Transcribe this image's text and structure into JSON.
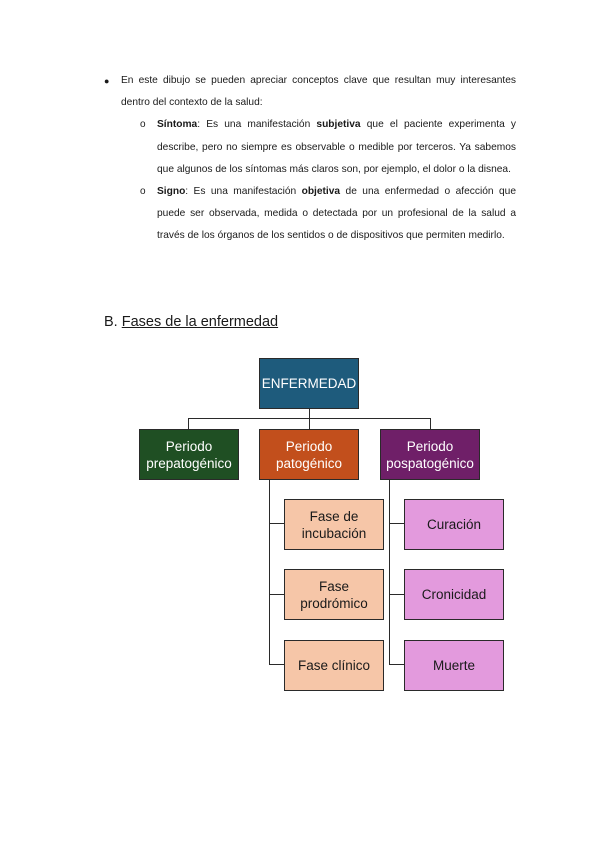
{
  "intro": {
    "bullet_text": "En este dibujo se pueden apreciar conceptos clave que resultan muy interesantes dentro del contexto de la salud:"
  },
  "items": [
    {
      "term": "Síntoma",
      "pre": ": Es una manifestación ",
      "emph": "subjetiva",
      "post": " que el paciente experimenta y describe, pero no siempre es observable o medible por terceros. Ya sabemos que algunos de los síntomas más claros son, por ejemplo, el dolor o la disnea."
    },
    {
      "term": "Signo",
      "pre": ": Es una manifestación ",
      "emph": "objetiva",
      "post": " de una enfermedad o afección que puede ser observada, medida o detectada por un profesional de la salud a través de los órganos de los sentidos o de dispositivos que permiten medirlo."
    }
  ],
  "section": {
    "letter": "B.",
    "title": "Fases de la enfermedad"
  },
  "diagram": {
    "root": "ENFERMEDAD",
    "periods": [
      "Periodo\nprepatogénico",
      "Periodo\npatogénico",
      "Periodo\npospatogénico"
    ],
    "patogenico_phases": [
      "Fase de\nincubación",
      "Fase\nprodrómico",
      "Fase clínico"
    ],
    "pospatogenico_outcomes": [
      "Curación",
      "Cronicidad",
      "Muerte"
    ],
    "colors": {
      "root": "#1e5b7c",
      "prepatogenico": "#1f4f23",
      "patogenico": "#c24f1c",
      "pospatogenico": "#6f1f68",
      "phase": "#f6c6a8",
      "outcome": "#e39add"
    }
  }
}
